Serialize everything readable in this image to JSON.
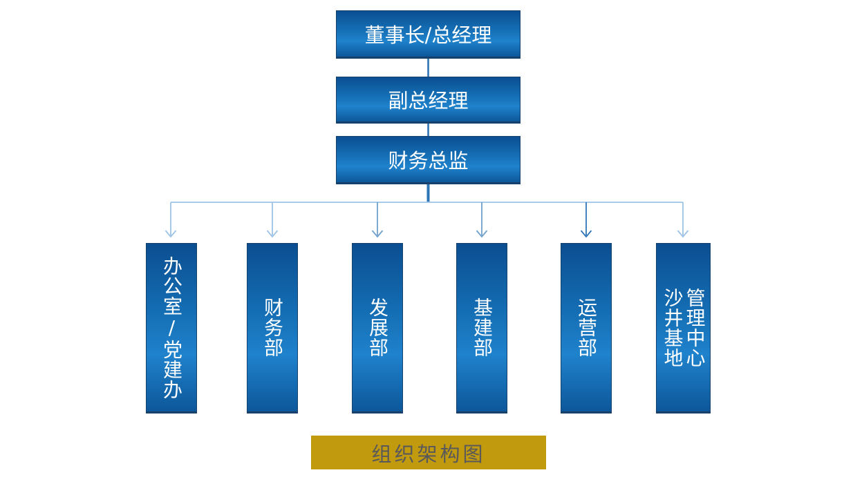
{
  "colors": {
    "box_gradient_top": "#0B4E91",
    "box_gradient_mid": "#156FB5",
    "box_gradient_light": "#1F82CC",
    "box_gradient_bottom": "#0D579A",
    "box_border": "#17406B",
    "box_text": "#FFFFFF",
    "connector_light": "#9DC3E6",
    "connector_medium": "#6FA0CC",
    "connector_dark": "#2E75B6",
    "banner_bg": "#C29A0E",
    "banner_text": "#595959"
  },
  "hierarchy": {
    "level1": {
      "label": "董事长/总经理"
    },
    "level2": {
      "label": "副总经理"
    },
    "level3": {
      "label": "财务总监"
    }
  },
  "departments": [
    {
      "label": "办公室/党建办",
      "lines": [
        "办公室/党建办"
      ]
    },
    {
      "label": "财务部",
      "lines": [
        "财务部"
      ]
    },
    {
      "label": "发展部",
      "lines": [
        "发展部"
      ]
    },
    {
      "label": "基建部",
      "lines": [
        "基建部"
      ]
    },
    {
      "label": "运营部",
      "lines": [
        "运营部"
      ]
    },
    {
      "label": "沙井基地管理中心",
      "lines": [
        "沙井基地",
        "管理中心"
      ]
    }
  ],
  "banner": {
    "label": "组织架构图"
  }
}
